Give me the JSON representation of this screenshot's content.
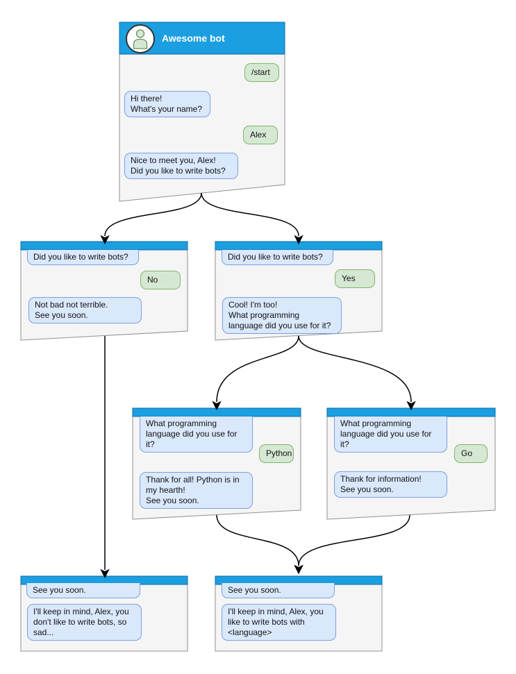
{
  "diagram": {
    "colors": {
      "header_fill": "#1b9fe0",
      "header_border": "#0c69a8",
      "window_fill": "#f5f5f5",
      "window_border": "#8f8f8f",
      "bot_bubble_fill": "#dae8fc",
      "bot_bubble_border": "#7a9fe0",
      "user_bubble_fill": "#d5e8d4",
      "user_bubble_border": "#82b366",
      "arrow_color": "#000000",
      "title_color": "#ffffff"
    },
    "windows": {
      "root": {
        "title": "Awesome bot",
        "messages": [
          {
            "from": "user",
            "text": "/start"
          },
          {
            "from": "bot",
            "text": "Hi there!\nWhat's your name?"
          },
          {
            "from": "user",
            "text": "Alex"
          },
          {
            "from": "bot",
            "text": "Nice to meet you, Alex!\nDid you like to write bots?"
          }
        ]
      },
      "branch_no": {
        "messages": [
          {
            "from": "bot",
            "text": "Did you like to write bots?"
          },
          {
            "from": "user",
            "text": "No"
          },
          {
            "from": "bot",
            "text": "Not bad not terrible.\nSee you soon."
          }
        ]
      },
      "branch_yes": {
        "messages": [
          {
            "from": "bot",
            "text": "Did you like to write bots?"
          },
          {
            "from": "user",
            "text": "Yes"
          },
          {
            "from": "bot",
            "text": "Cool! I'm too!\nWhat programming\nlanguage did you use for it?"
          }
        ]
      },
      "lang_python": {
        "messages": [
          {
            "from": "bot",
            "text": "What programming\nlanguage did you use for it?"
          },
          {
            "from": "user",
            "text": "Python"
          },
          {
            "from": "bot",
            "text": "Thank for all! Python is in\nmy hearth!\nSee you soon."
          }
        ]
      },
      "lang_go": {
        "messages": [
          {
            "from": "bot",
            "text": "What programming\nlanguage did you use for it?"
          },
          {
            "from": "user",
            "text": "Go"
          },
          {
            "from": "bot",
            "text": "Thank for information!\nSee you soon."
          }
        ]
      },
      "end_no": {
        "messages": [
          {
            "from": "bot",
            "text": "See you soon."
          },
          {
            "from": "bot",
            "text": "I'll keep in mind, Alex, you\ndon't like to write bots, so\nsad..."
          }
        ]
      },
      "end_yes": {
        "messages": [
          {
            "from": "bot",
            "text": "See you soon."
          },
          {
            "from": "bot",
            "text": "I'll keep in mind, Alex, you\nlike to write bots with\n<language>"
          }
        ]
      }
    }
  }
}
